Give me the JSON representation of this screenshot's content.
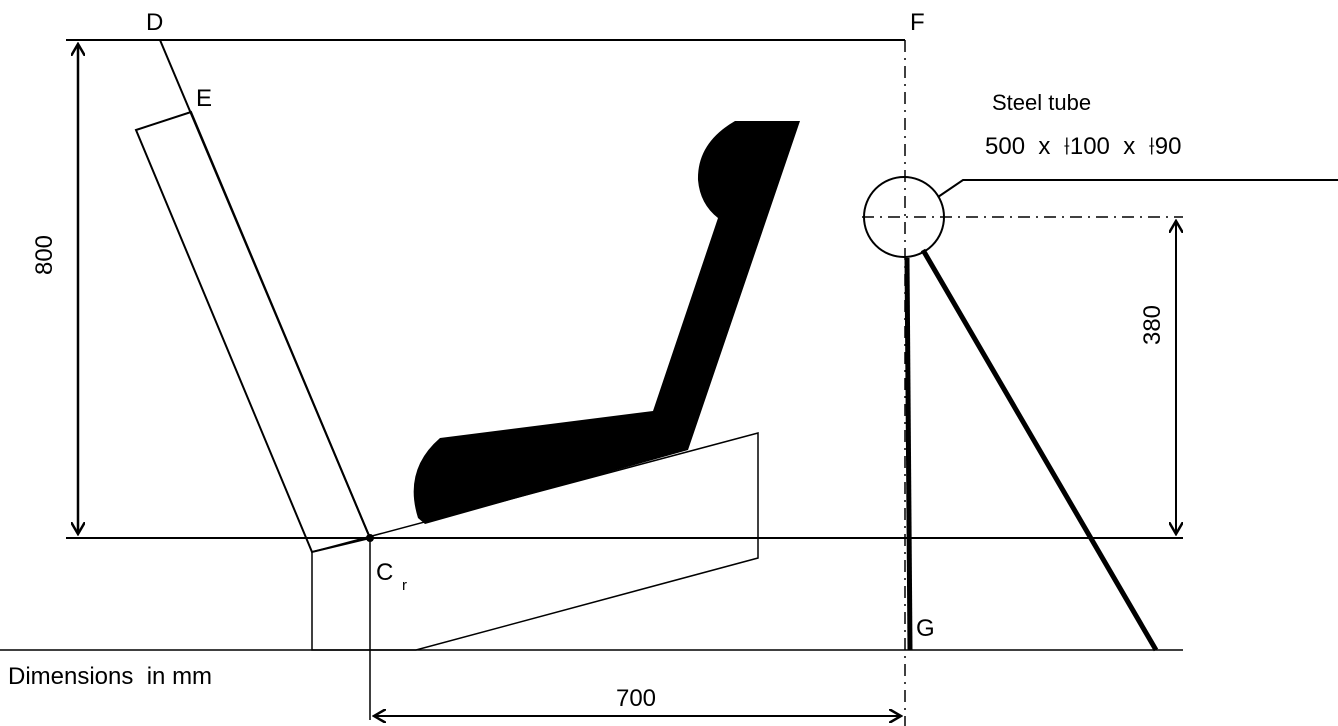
{
  "labels": {
    "d": "D",
    "e": "E",
    "f": "F",
    "g": "G",
    "cr_main": "C",
    "cr_sub": "r",
    "tube_title": "Steel tube",
    "tube_spec": "500  x  ⟊100  x  ⟊90",
    "units_note": "Dimensions  in mm"
  },
  "dimensions": {
    "height_total": "800",
    "tube_height": "380",
    "horizontal_offset": "700"
  }
}
